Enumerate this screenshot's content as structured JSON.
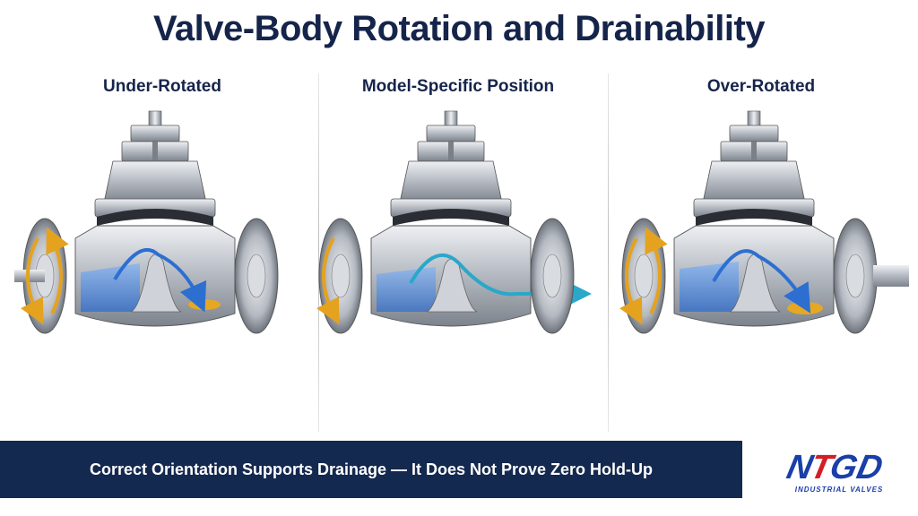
{
  "title": "Valve-Body Rotation and Drainability",
  "panels": [
    {
      "label": "Under-Rotated",
      "state": "under"
    },
    {
      "label": "Model-Specific Position",
      "state": "correct"
    },
    {
      "label": "Over-Rotated",
      "state": "over"
    }
  ],
  "banner": {
    "text": "Correct Orientation Supports Drainage — It Does Not Prove Zero Hold-Up"
  },
  "logo": {
    "mark": "NTGD",
    "subtitle": "INDUSTRIAL VALVES"
  },
  "colors": {
    "title": "#15244a",
    "banner": "#14294f",
    "water": "#5b8fd9",
    "flow_arrow_blocked": "#2c6fd1",
    "flow_arrow_drain": "#2aa7c9",
    "rotation_arrow": "#e4a21f",
    "pooled_liquid": "#e6a823",
    "logo_blue": "#1a3fa8",
    "logo_red": "#d21f26"
  }
}
